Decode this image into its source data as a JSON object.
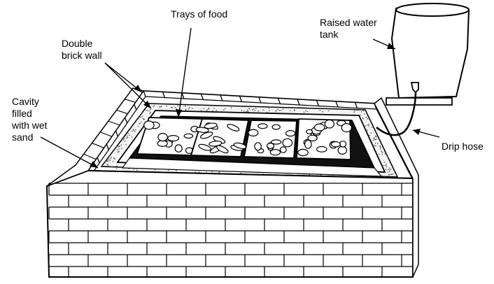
{
  "title": "Zeer-style evaporative cooler with double brick wall",
  "labels": {
    "trays": "Trays of food",
    "double_wall": [
      "Double",
      "brick wall"
    ],
    "cavity": [
      "Cavity",
      "filled",
      "with wet",
      "sand"
    ],
    "tank": [
      "Raised water",
      "tank"
    ],
    "drip_hose": "Drip hose"
  }
}
